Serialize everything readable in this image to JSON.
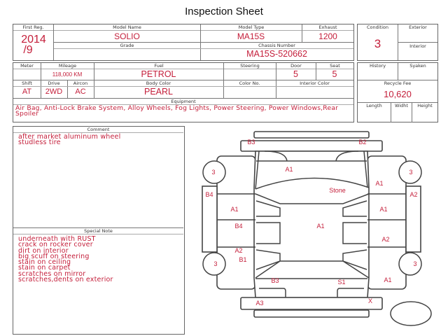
{
  "title": "Inspection Sheet",
  "top": {
    "first_reg_label": "First Reg.",
    "first_reg_year": "2014",
    "first_reg_month": "/9",
    "model_name_label": "Model Name",
    "model_name": "SOLIO",
    "model_type_label": "Model Type",
    "model_type": "MA15S",
    "exhaust_label": "Exhaust",
    "exhaust": "1200",
    "grade_label": "Grade",
    "grade": "",
    "chassis_label": "Chassis Number",
    "chassis": "MA15S-520662"
  },
  "condition": {
    "condition_label": "Condition",
    "condition": "3",
    "exterior_label": "Exterior",
    "interior_label": "Interior"
  },
  "specs": {
    "meter_label": "Meter",
    "mileage_label": "Mileage",
    "mileage": "118,000 KM",
    "fuel_label": "Fuel",
    "fuel": "PETROL",
    "steering_label": "Steering",
    "door_label": "Door",
    "door": "5",
    "seat_label": "Seat",
    "seat": "5",
    "shift_label": "Shift",
    "shift": "AT",
    "drive_label": "Drive",
    "drive": "2WD",
    "aircon_label": "Aircon",
    "aircon": "AC",
    "body_color_label": "Body Color",
    "body_color": "PEARL",
    "color_no_label": "Color No.",
    "interior_color_label": "Interior Color",
    "equipment_label": "Equipment",
    "equipment": "Air Bag, Anti-Lock Brake System, Alloy Wheels, Fog Lights, Power Steering, Power Windows,Rear Spoiler"
  },
  "side": {
    "history_label": "History",
    "syaken_label": "Syaken",
    "recycle_label": "Recycle Fee",
    "recycle": "10,620",
    "length_label": "Length",
    "width_label": "Widht",
    "height_label": "Height"
  },
  "comment": {
    "label": "Comment",
    "lines": [
      "after market aluminum wheel",
      "studless tire"
    ]
  },
  "special": {
    "label": "Special Note",
    "lines": [
      "underneath with RUST",
      "crack on rocker cover",
      "dirt on interior",
      "big scuff on  steering",
      "stain on ceiling",
      "stain on carpet",
      "scratches on mirror",
      "scratches,dents on exterior"
    ]
  },
  "diagram": {
    "marks": [
      "B3",
      "B2",
      "A1",
      "Stone",
      "A1",
      "B4",
      "A2",
      "A1",
      "A1",
      "B4",
      "A1",
      "A2",
      "A2",
      "B1",
      "B3",
      "S1",
      "A1",
      "A3",
      "X"
    ],
    "tires": [
      "3",
      "3",
      "3",
      "3"
    ]
  },
  "colors": {
    "accent": "#c41e3a"
  }
}
